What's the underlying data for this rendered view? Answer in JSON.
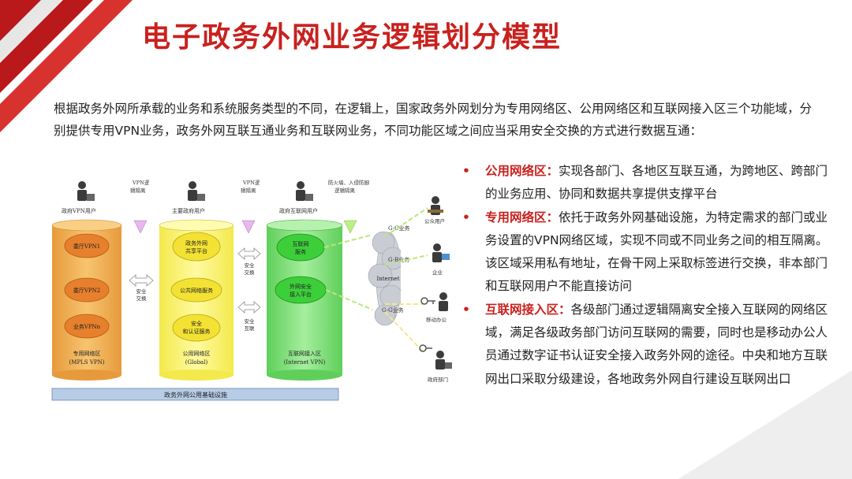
{
  "title": "电子政务外网业务逻辑划分模型",
  "intro": "根据政务外网所承载的业务和系统服务类型的不同，在逻辑上，国家政务外网划分为专用网络区、公用网络区和互联网接入区三个功能域，分别提供专用VPN业务，政务外网互联互通业务和互联网业务，不同功能区域之间应当采用安全交换的方式进行数据互通：",
  "bullets": [
    {
      "head": "公用网络区：",
      "text": "实现各部门、各地区互联互通，为跨地区、跨部门的业务应用、协同和数据共享提供支撑平台"
    },
    {
      "head": "专用网络区：",
      "text": "依托于政务外网基础设施，为特定需求的部门或业务设置的VPN网络区域，实现不同或不同业务之间的相互隔离。该区域采用私有地址，在骨干网上采取标签进行交换，非本部门和互联网用户不能直接访问"
    },
    {
      "head": "互联网接入区：",
      "text": "各级部门通过逻辑隔离安全接入互联网的网络区域，满足各级政务部门访问互联网的需要，同时也是移动办公人员通过数字证书认证安全接入政务外网的途径。中央和地方互联网出口采取分级建设，各地政务外网自行建设互联网出口"
    }
  ],
  "diagram": {
    "users": {
      "vpn": "政府VPN用户",
      "gov": "主要政府用户",
      "internet": "政府互联网用户"
    },
    "isolation": {
      "vpn1": [
        "VPN逻",
        "辑隔离"
      ],
      "vpn2": [
        "VPN逻",
        "辑隔离"
      ],
      "firewall": [
        "防火墙、入侵防御",
        "逻辑隔离"
      ]
    },
    "col1": {
      "items": [
        "委厅VPN1",
        "委厅VPN2",
        "业务VPNn"
      ],
      "label": [
        "专用网络区",
        "(MPLS VPN)"
      ]
    },
    "col2": {
      "items": [
        [
          "政务外网",
          "共享平台"
        ],
        [
          "公共网络服务"
        ],
        [
          "安全",
          "和认证服务"
        ]
      ],
      "label": [
        "公用网络区",
        "(Global)"
      ]
    },
    "col3": {
      "items": [
        [
          "互联网",
          "服务"
        ],
        [
          "外网安全",
          "接入平台"
        ]
      ],
      "label": [
        "互联网接入区",
        "(Internet VPN)"
      ]
    },
    "exchange": {
      "a": [
        "安全",
        "交换"
      ],
      "b": [
        "安全",
        "交换"
      ],
      "c": [
        "安全",
        "互联"
      ]
    },
    "cloud": "Internet",
    "links": {
      "gc": "G-C业务",
      "gb": "G-B业务",
      "gg": "G-G业务"
    },
    "endpoints": {
      "public": "公众用户",
      "enterprise": "企业",
      "mobile": "移动办公",
      "gov": "政府部门"
    },
    "base": "政务外网公用基础设施",
    "colors": {
      "cylinder_orange": "#f3b55b",
      "cylinder_yellow": "#fdf57a",
      "cylinder_green": "#7fe07a",
      "base_bar": "#b7cde6"
    }
  }
}
